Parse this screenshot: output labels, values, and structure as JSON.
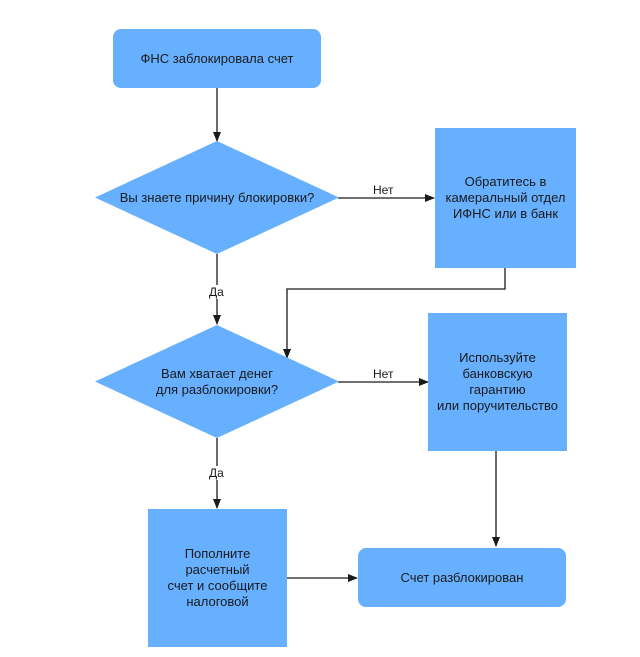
{
  "colors": {
    "node_fill": "#66b0ff",
    "edge": "#1a1a1a",
    "background": "#ffffff"
  },
  "nodes": {
    "start": "ФНС заблокировала счет",
    "q_reason": "Вы знаете причину блокировки?",
    "contact": "Обратитесь в\nкамеральный отдел\nИФНС или в банк",
    "q_money": "Вам хватает денег\nдля разблокировки?",
    "guarantee": "Используйте\nбанковскую гарантию\nили поручительство",
    "topup": "Пополните расчетный\nсчет и сообщите\nналоговой",
    "unlocked": "Счет разблокирован"
  },
  "edges": {
    "reason_no": "Нет",
    "reason_yes": "Да",
    "money_no": "Нет",
    "money_yes": "Да"
  }
}
